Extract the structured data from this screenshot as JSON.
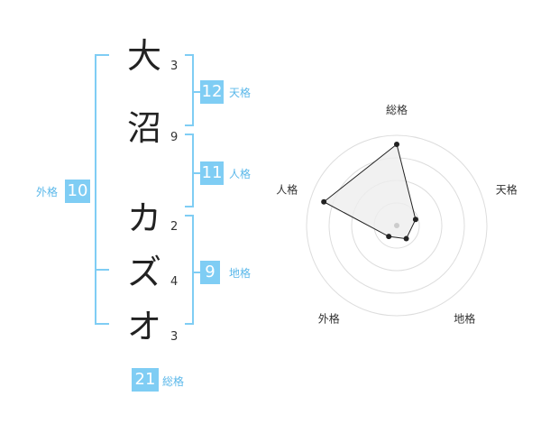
{
  "name": {
    "chars": [
      {
        "char": "大",
        "strokes": "3"
      },
      {
        "char": "沼",
        "strokes": "9"
      },
      {
        "char": "カ",
        "strokes": "2"
      },
      {
        "char": "ズ",
        "strokes": "4"
      },
      {
        "char": "オ",
        "strokes": "3"
      }
    ]
  },
  "fortune": {
    "ten": {
      "value": "12",
      "label": "天格"
    },
    "jin": {
      "value": "11",
      "label": "人格"
    },
    "chi": {
      "value": "9",
      "label": "地格"
    },
    "gai": {
      "value": "10",
      "label": "外格"
    },
    "sou": {
      "value": "21",
      "label": "総格"
    }
  },
  "chart_data": {
    "type": "radar",
    "axes": [
      "総格",
      "天格",
      "地格",
      "外格",
      "人格"
    ],
    "values": [
      0.9,
      0.22,
      0.18,
      0.15,
      0.85
    ],
    "rings": 4,
    "colors": {
      "fill": "#eeeeee",
      "line": "#222222",
      "grid": "#dddddd",
      "center": "#cccccc"
    }
  },
  "colors": {
    "accent": "#7fcdf4"
  }
}
